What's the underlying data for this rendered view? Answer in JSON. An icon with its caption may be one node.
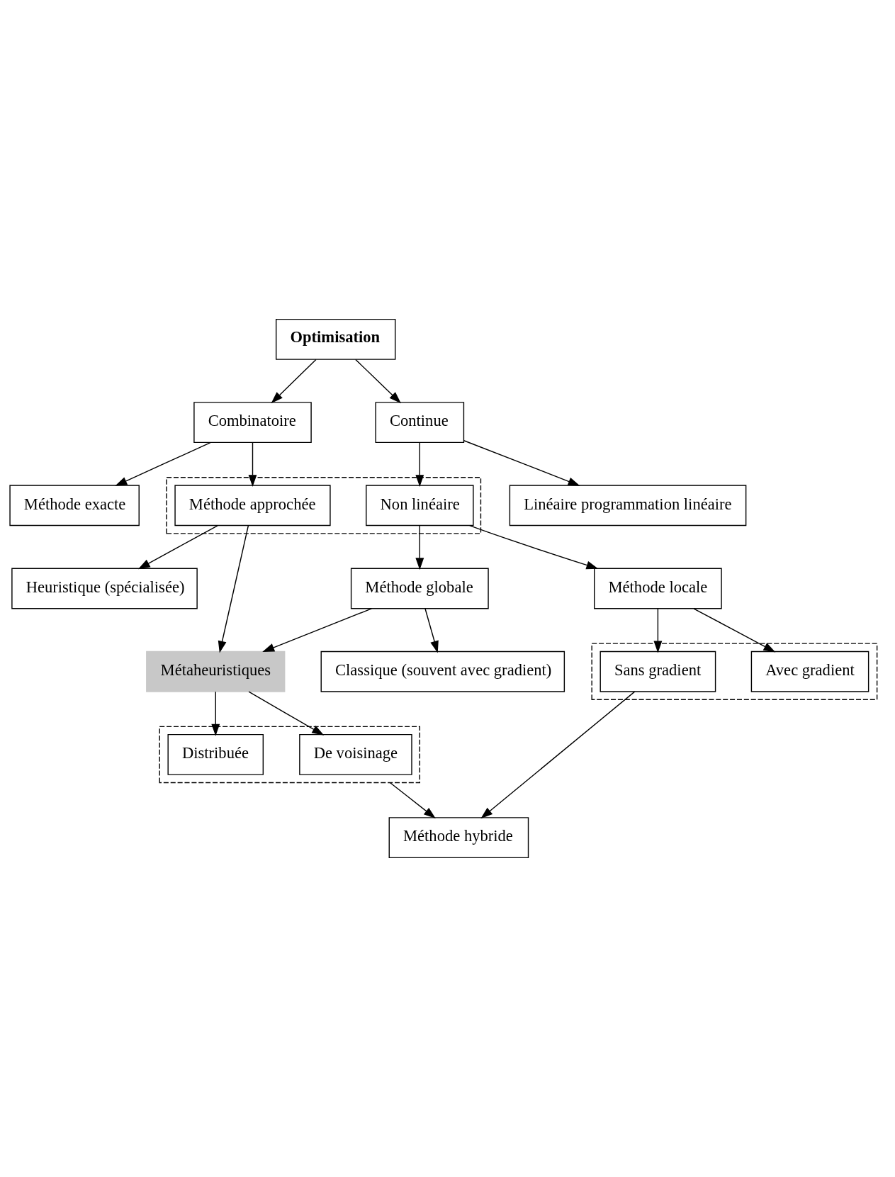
{
  "diagram": {
    "nodes": [
      {
        "text": [
          "Optimisation"
        ]
      },
      {
        "text": [
          "Combinatoire"
        ]
      },
      {
        "text": [
          "Continue"
        ]
      },
      {
        "text": [
          "Méthode exacte"
        ]
      },
      {
        "text": [],
        "shape": "box"
      },
      {
        "text": [
          "Méthode approchée"
        ],
        "in": 4
      },
      {
        "text": [
          "Non linéaire"
        ],
        "in": 4
      },
      {
        "text": [
          "Linéaire programmation linéaire"
        ]
      },
      {
        "text": [
          "Heuristique (spécialisée)"
        ]
      },
      {
        "text": [
          "Métaheuristiques"
        ]
      },
      {
        "text": [
          "Méthode globale"
        ]
      },
      {
        "text": [
          "Méthode locale"
        ]
      },
      {
        "text": [
          "Classique (souvent avec gradient)"
        ]
      },
      {
        "text": [],
        "shape": "box"
      },
      {
        "text": [
          "Avec gradient"
        ],
        "in": 13
      },
      {
        "text": [
          "Sans gradient"
        ],
        "in": 13
      },
      {
        "text": [],
        "shape": "box"
      },
      {
        "text": [
          "De voisinage"
        ],
        "in": 16
      },
      {
        "text": [
          "Distribuée"
        ],
        "in": 16
      },
      {
        "text": [
          "Méthode hybride"
        ]
      }
    ],
    "edges": [
      {
        "from": 0,
        "to": 1,
        "arrow": "to"
      },
      {
        "from": 0,
        "to": 2,
        "arrow": "to"
      },
      {
        "from": 1,
        "to": 3,
        "arrow": "to"
      },
      {
        "from": 1,
        "to": 5,
        "arrow": "to"
      },
      {
        "from": 2,
        "to": 6,
        "arrow": "to"
      },
      {
        "from": 2,
        "to": 7,
        "arrow": "to"
      },
      {
        "from": 5,
        "to": 8,
        "arrow": "to"
      },
      {
        "from": 5,
        "to": 9,
        "arrow": "to"
      },
      {
        "from": 6,
        "to": 10,
        "arrow": "to"
      },
      {
        "from": 6,
        "to": 11,
        "arrow": "to"
      },
      {
        "from": 10,
        "to": 9,
        "arrow": "to"
      },
      {
        "from": 10,
        "to": 12,
        "arrow": "to"
      },
      {
        "from": 11,
        "to": 14,
        "arrow": "to"
      },
      {
        "from": 11,
        "to": 15,
        "arrow": "to"
      },
      {
        "from": 9,
        "to": 17,
        "arrow": "to"
      },
      {
        "from": 9,
        "to": 18,
        "arrow": "to"
      },
      {
        "from": 16,
        "to": 19,
        "arrow": "to"
      },
      {
        "from": 15,
        "to": 19,
        "arrow": "to"
      }
    ]
  }
}
